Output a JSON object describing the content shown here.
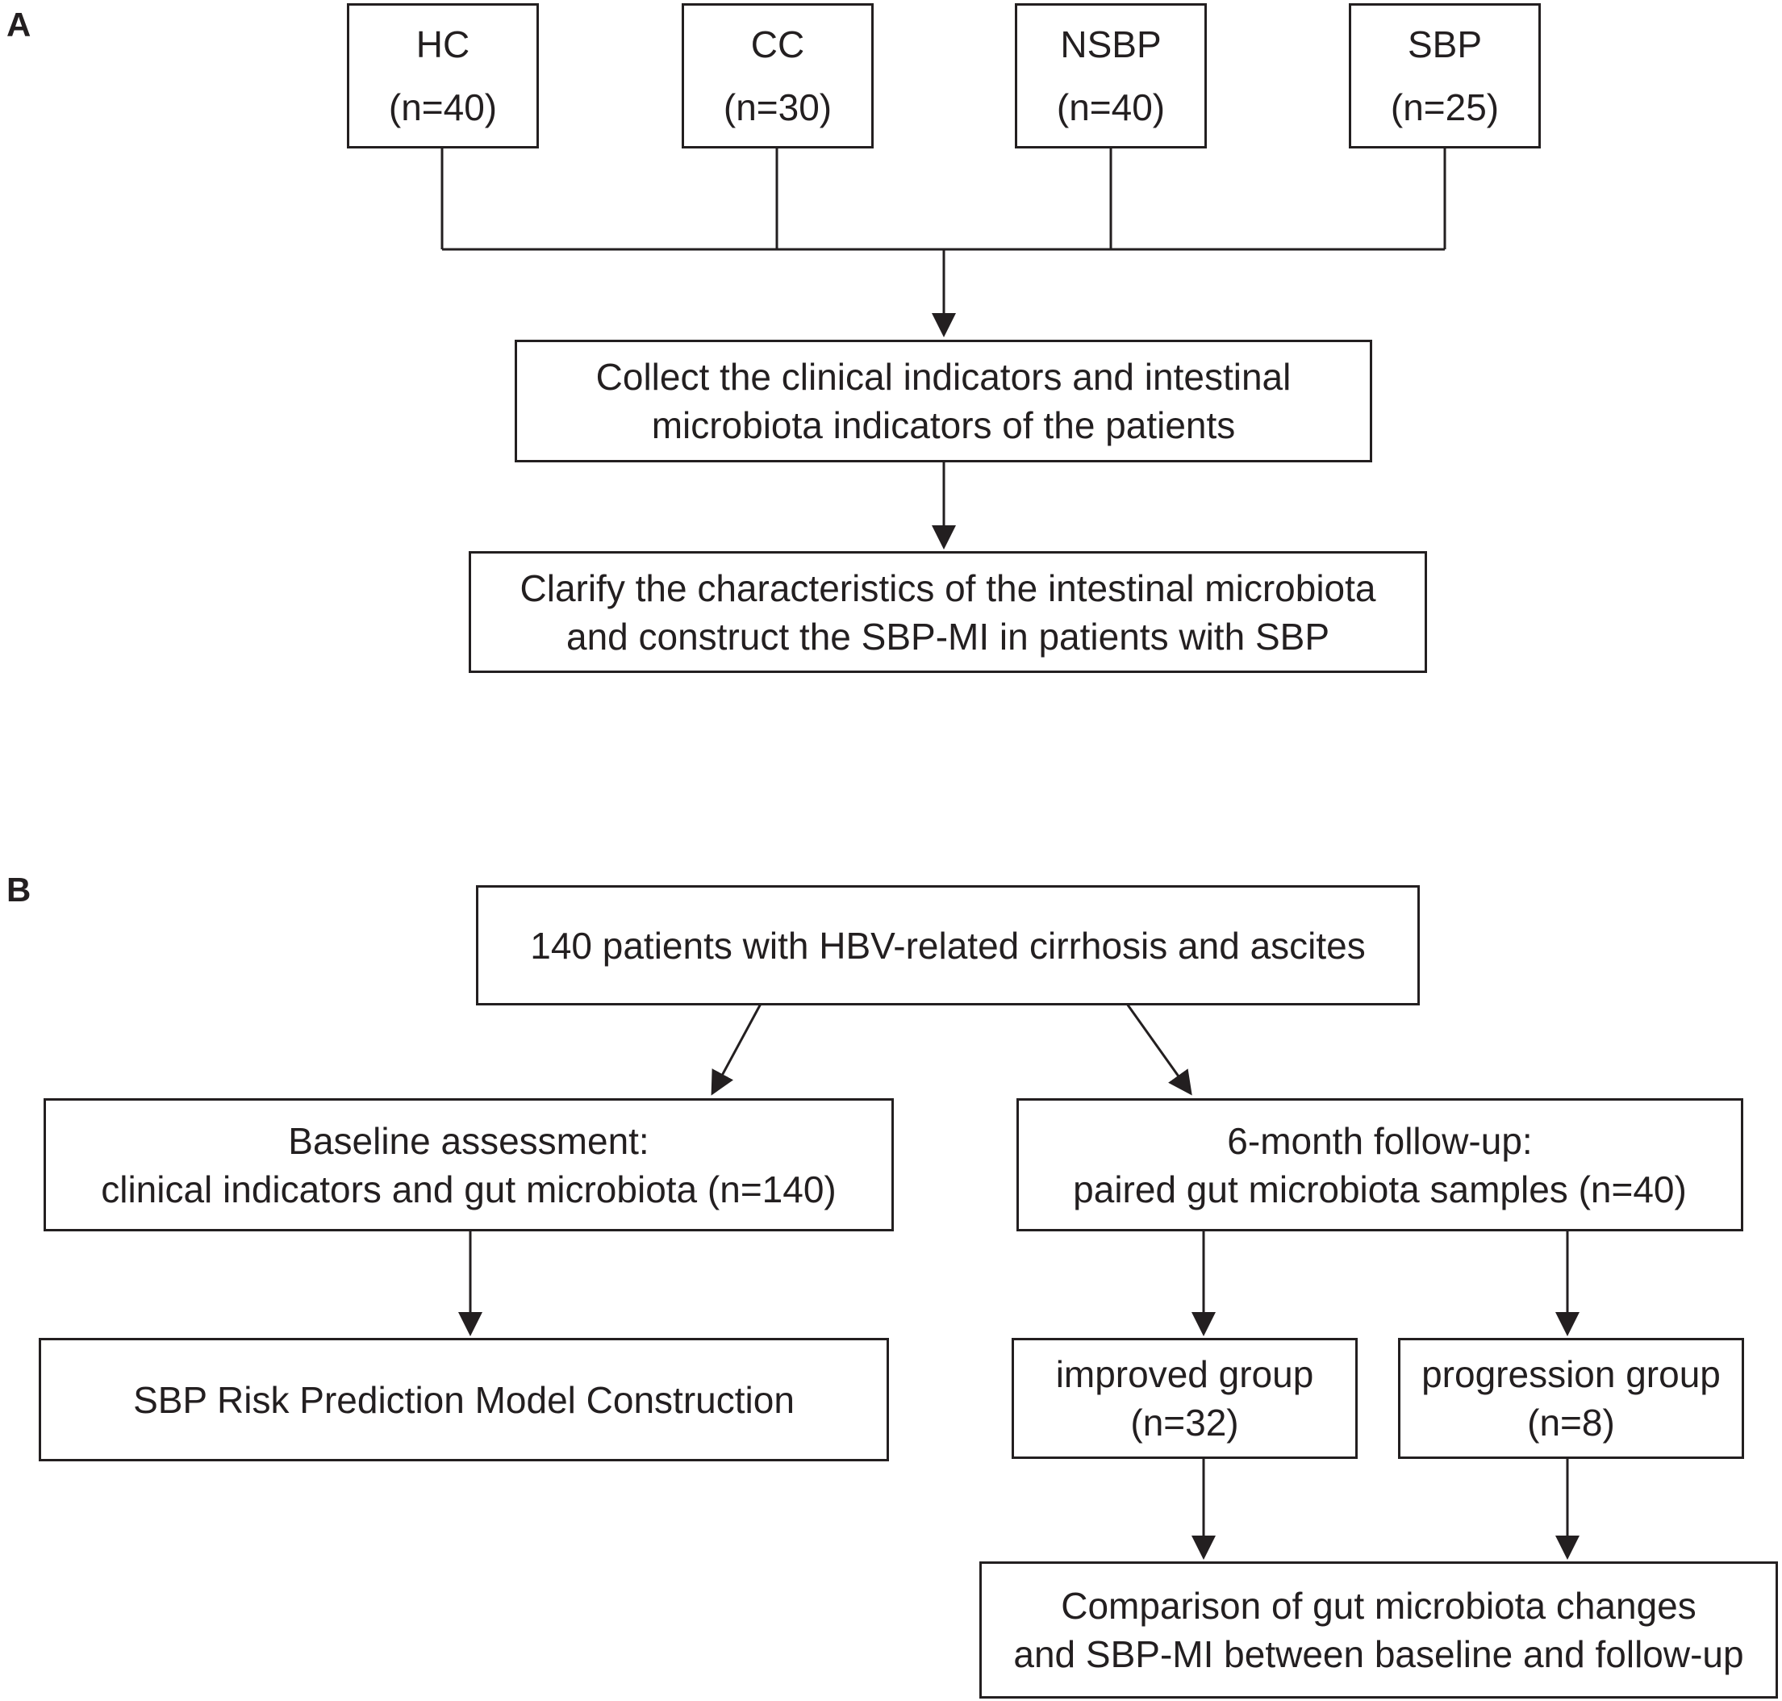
{
  "panels": {
    "a": {
      "label": "A",
      "groups": [
        {
          "name": "HC",
          "n": "(n=40)"
        },
        {
          "name": "CC",
          "n": "(n=30)"
        },
        {
          "name": "NSBP",
          "n": "(n=40)"
        },
        {
          "name": "SBP",
          "n": "(n=25)"
        }
      ],
      "collect": {
        "line1": "Collect the clinical indicators and intestinal",
        "line2": "microbiota indicators of the patients"
      },
      "clarify": {
        "line1": "Clarify the characteristics of the intestinal microbiota",
        "line2": "and construct the SBP-MI in patients with SBP"
      }
    },
    "b": {
      "label": "B",
      "patients": "140 patients with HBV-related cirrhosis and ascites",
      "baseline": {
        "line1": "Baseline assessment:",
        "line2": "clinical indicators and gut microbiota (n=140)"
      },
      "followup": {
        "line1": "6-month follow-up:",
        "line2": "paired gut microbiota samples (n=40)"
      },
      "model": "SBP Risk Prediction Model Construction",
      "improved": {
        "line1": "improved group",
        "line2": "(n=32)"
      },
      "progression": {
        "line1": "progression group",
        "line2": "(n=8)"
      },
      "comparison": {
        "line1": "Comparison of gut microbiota changes",
        "line2": "and SBP-MI between baseline and follow-up"
      }
    }
  }
}
